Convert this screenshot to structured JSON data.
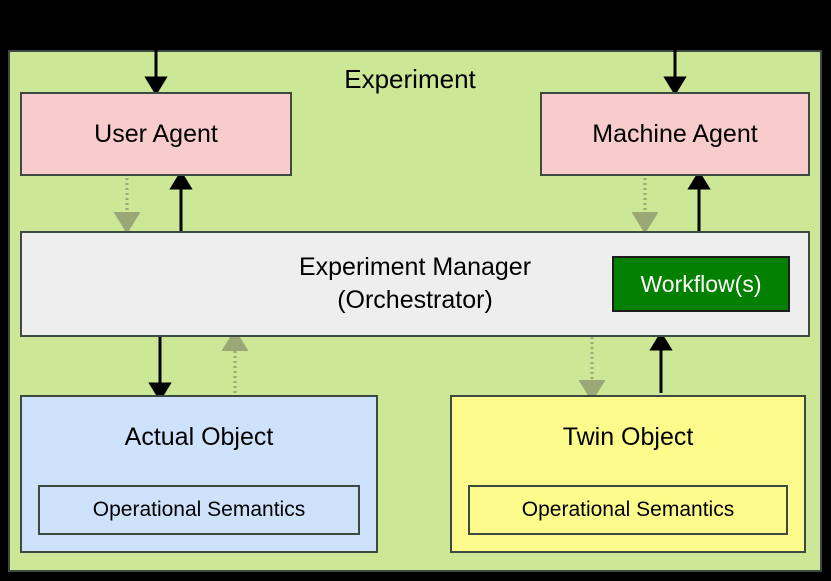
{
  "diagram": {
    "title": "Experiment",
    "background_color": "#000000",
    "frame_color": "#cce896",
    "nodes": {
      "user_agent": {
        "label": "User Agent",
        "color": "#f8cccc"
      },
      "machine_agent": {
        "label": "Machine Agent",
        "color": "#f8cccc"
      },
      "manager": {
        "line1": "Experiment Manager",
        "line2": "(Orchestrator)",
        "color": "#eeeeee"
      },
      "workflow": {
        "label": "Workflow(s)",
        "color": "#038000",
        "text_color": "#ffffff"
      },
      "actual_object": {
        "label": "Actual Object",
        "color": "#cfe2fb",
        "semantics_label": "Operational Semantics"
      },
      "twin_object": {
        "label": "Twin Object",
        "color": "#fdfb8c",
        "semantics_label": "Operational Semantics"
      }
    },
    "edges": [
      {
        "name": "external-to-user-agent",
        "style": "solid",
        "color": "#000000",
        "direction": "down"
      },
      {
        "name": "external-to-machine-agent",
        "style": "solid",
        "color": "#000000",
        "direction": "down"
      },
      {
        "name": "user-agent-to-manager",
        "style": "dotted",
        "color": "#9aa877",
        "direction": "down"
      },
      {
        "name": "manager-to-user-agent",
        "style": "solid",
        "color": "#000000",
        "direction": "up"
      },
      {
        "name": "machine-agent-to-manager",
        "style": "dotted",
        "color": "#9aa877",
        "direction": "down"
      },
      {
        "name": "manager-to-machine-agent",
        "style": "solid",
        "color": "#000000",
        "direction": "up"
      },
      {
        "name": "manager-to-actual-object",
        "style": "solid",
        "color": "#000000",
        "direction": "down"
      },
      {
        "name": "actual-object-to-manager",
        "style": "dotted",
        "color": "#9aa877",
        "direction": "up"
      },
      {
        "name": "manager-to-twin-object",
        "style": "dotted",
        "color": "#9aa877",
        "direction": "down"
      },
      {
        "name": "twin-object-to-manager",
        "style": "solid",
        "color": "#000000",
        "direction": "up"
      }
    ]
  }
}
